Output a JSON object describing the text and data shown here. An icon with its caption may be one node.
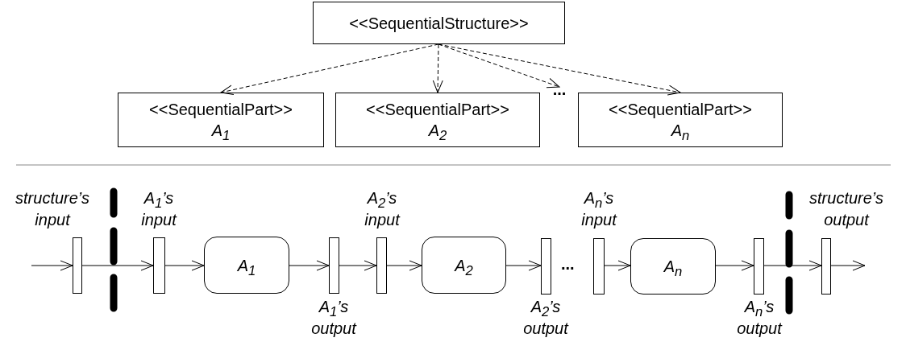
{
  "diagram": {
    "nodes": [
      {
        "text": [
          "<<SequentialStructure>>"
        ]
      },
      {
        "text": [
          "<<SequentialPart>>",
          "A$_{1}$"
        ]
      },
      {
        "text": [
          "<<SequentialPart>>",
          "A$_{2}$"
        ]
      },
      {
        "text": [
          "..."
        ]
      },
      {
        "text": [
          "<<SequentialPart>>",
          "A$_{n}$"
        ]
      },
      {
        "text": [],
        "shape": "bar",
        "beside": [
          "structure’s input"
        ]
      },
      {
        "text": [],
        "shape": "bar",
        "beside": [
          "A$_{1}$’s input"
        ]
      },
      {
        "text": [
          "A$_{1}$"
        ]
      },
      {
        "text": [],
        "shape": "bar",
        "beside": [
          "A$_{1}$’s output"
        ]
      },
      {
        "text": [],
        "shape": "bar",
        "beside": [
          "A$_{2}$’s input"
        ]
      },
      {
        "text": [
          "A$_{2}$"
        ]
      },
      {
        "text": [],
        "shape": "bar",
        "beside": [
          "A$_{2}$’s output"
        ]
      },
      {
        "text": [],
        "shape": "bar",
        "beside": [
          "A$_{n}$’s input"
        ]
      },
      {
        "text": [
          "A$_{n}$"
        ]
      },
      {
        "text": [],
        "shape": "bar",
        "beside": [
          "A$_{n}$’s output"
        ]
      },
      {
        "text": [],
        "shape": "bar",
        "beside": [
          "structure’s output"
        ]
      }
    ],
    "edges": [
      {
        "from": 0,
        "to": 1,
        "arrow": "to",
        "style": "dashed"
      },
      {
        "from": 0,
        "to": 2,
        "arrow": "to",
        "style": "dashed"
      },
      {
        "from": 0,
        "to": 3,
        "arrow": "to",
        "style": "dashed"
      },
      {
        "from": 0,
        "to": 4,
        "arrow": "to",
        "style": "dashed"
      },
      {
        "from": null,
        "to": 5,
        "arrow": "to"
      },
      {
        "from": 5,
        "to": 6,
        "arrow": "to"
      },
      {
        "from": 6,
        "to": 7,
        "arrow": "to"
      },
      {
        "from": 7,
        "to": 8,
        "arrow": "to"
      },
      {
        "from": 8,
        "to": 9,
        "arrow": "to"
      },
      {
        "from": 9,
        "to": 10,
        "arrow": "to"
      },
      {
        "from": 10,
        "to": 11,
        "arrow": "to"
      },
      {
        "from": 12,
        "to": 13,
        "arrow": "to"
      },
      {
        "from": 13,
        "to": 14,
        "arrow": "to"
      },
      {
        "from": 14,
        "to": 15,
        "arrow": "to"
      },
      {
        "from": 15,
        "to": null,
        "arrow": "to"
      }
    ],
    "labels": [
      "..."
    ]
  }
}
